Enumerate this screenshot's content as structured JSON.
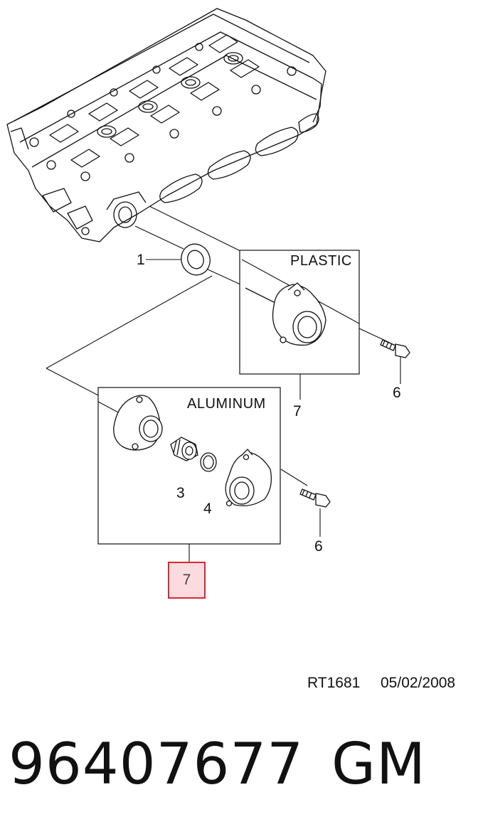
{
  "diagram": {
    "callouts": {
      "c1": "1",
      "c3": "3",
      "c4": "4",
      "c6_upper": "6",
      "c6_lower": "6",
      "c7_plastic": "7",
      "c7_aluminum": "7"
    },
    "boxes": {
      "plastic_title": "PLASTIC",
      "aluminum_title": "ALUMINUM"
    },
    "reference": {
      "code": "RT1681",
      "date": "05/02/2008"
    },
    "footer": {
      "part_number": "96407677",
      "brand": "GM"
    },
    "highlight_color": "#d8282f"
  }
}
